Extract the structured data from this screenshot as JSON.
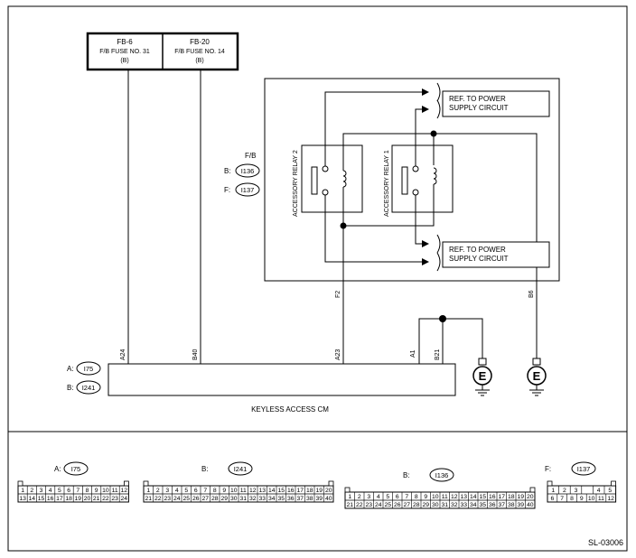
{
  "fuse_block": {
    "fb6": {
      "line1": "FB-6",
      "line2": "F/B FUSE NO. 31",
      "line3": "(B)"
    },
    "fb20": {
      "line1": "FB-20",
      "line2": "F/B FUSE NO. 14",
      "line3": "(B)"
    }
  },
  "fb_labels": {
    "title": "F/B",
    "b_prefix": "B:",
    "b_conn": "I136",
    "f_prefix": "F:",
    "f_conn": "I137"
  },
  "relays": {
    "relay2": "ACCESSORY RELAY 2",
    "relay1": "ACCESSORY RELAY 1"
  },
  "refs": {
    "top": {
      "line1": "REF. TO POWER",
      "line2": "SUPPLY CIRCUIT"
    },
    "bottom": {
      "line1": "REF. TO POWER",
      "line2": "SUPPLY CIRCUIT"
    }
  },
  "pins": {
    "a24": "A24",
    "b40": "B40",
    "a23": "A23",
    "a1": "A1",
    "b21": "B21",
    "f2": "F2",
    "b6": "B6"
  },
  "module": {
    "a_prefix": "A:",
    "a_conn": "I75",
    "b_prefix": "B:",
    "b_conn": "I241",
    "name": "KEYLESS ACCESS CM"
  },
  "ground_symbol": "E",
  "connectors": {
    "i75": {
      "prefix": "A:",
      "name": "I75",
      "row1": [
        "1",
        "2",
        "3",
        "4",
        "5",
        "6",
        "7",
        "8",
        "9",
        "10",
        "11",
        "12"
      ],
      "row2": [
        "13",
        "14",
        "15",
        "16",
        "17",
        "18",
        "19",
        "20",
        "21",
        "22",
        "23",
        "24"
      ]
    },
    "i241": {
      "prefix": "B:",
      "name": "I241",
      "row1": [
        "1",
        "2",
        "3",
        "4",
        "5",
        "6",
        "7",
        "8",
        "9",
        "10",
        "11",
        "12",
        "13",
        "14",
        "15",
        "16",
        "17",
        "18",
        "19",
        "20"
      ],
      "row2": [
        "21",
        "22",
        "23",
        "24",
        "25",
        "26",
        "27",
        "28",
        "29",
        "30",
        "31",
        "32",
        "33",
        "34",
        "35",
        "36",
        "37",
        "38",
        "39",
        "40"
      ]
    },
    "i136": {
      "prefix": "B:",
      "name": "I136",
      "row1": [
        "1",
        "2",
        "3",
        "4",
        "5",
        "6",
        "7",
        "8",
        "9",
        "10",
        "11",
        "12",
        "13",
        "14",
        "15",
        "16",
        "17",
        "18",
        "19",
        "20"
      ],
      "row2": [
        "21",
        "22",
        "23",
        "24",
        "25",
        "26",
        "27",
        "28",
        "29",
        "30",
        "31",
        "32",
        "33",
        "34",
        "35",
        "36",
        "37",
        "38",
        "39",
        "40"
      ]
    },
    "i137": {
      "prefix": "F:",
      "name": "I137",
      "row1": [
        "1",
        "2",
        "3",
        "",
        "4",
        "5"
      ],
      "row2": [
        "6",
        "7",
        "8",
        "9",
        "10",
        "11",
        "12"
      ]
    }
  },
  "figure_id": "SL-03006"
}
